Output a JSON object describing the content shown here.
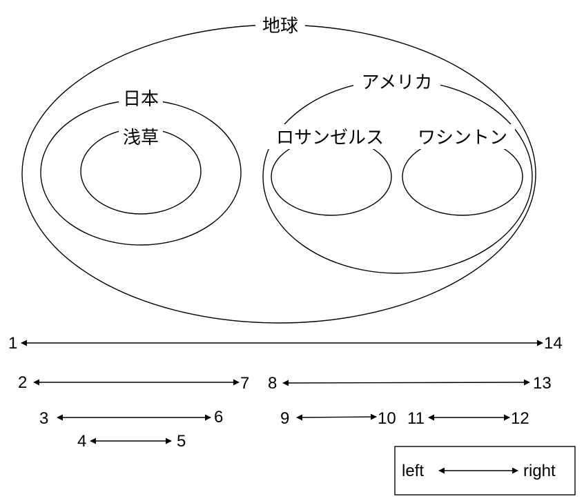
{
  "labels": {
    "earth": "地球",
    "japan": "日本",
    "asakusa": "浅草",
    "america": "アメリカ",
    "los_angeles": "ロサンゼルス",
    "washington": "ワシントン"
  },
  "ranges": {
    "r1": {
      "left": "1",
      "right": "14"
    },
    "r2": {
      "left": "2",
      "right": "7"
    },
    "r3": {
      "left": "3",
      "right": "6"
    },
    "r4": {
      "left": "4",
      "right": "5"
    },
    "r5": {
      "left": "8",
      "right": "13"
    },
    "r6": {
      "left": "9",
      "right": "10"
    },
    "r7": {
      "left": "11",
      "right": "12"
    }
  },
  "legend": {
    "left": "left",
    "right": "right"
  }
}
